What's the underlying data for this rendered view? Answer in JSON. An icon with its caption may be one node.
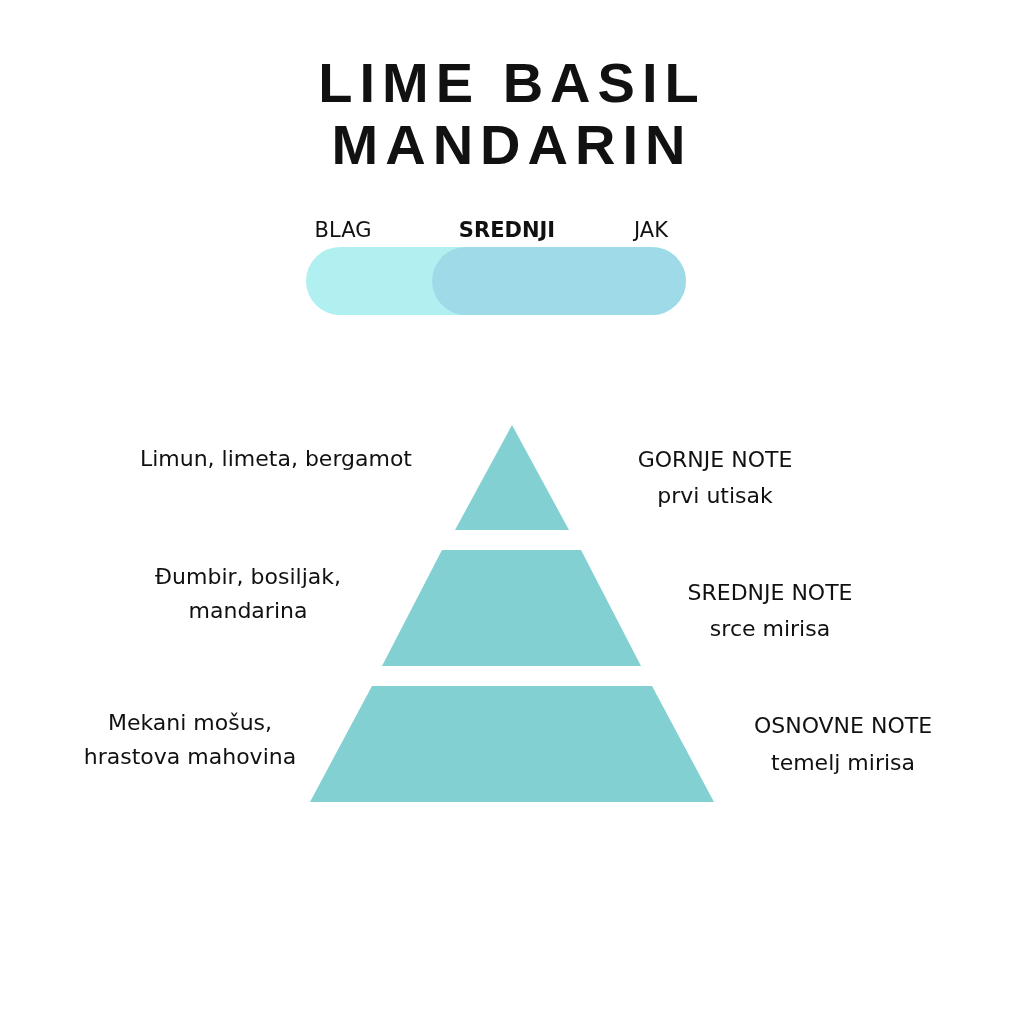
{
  "diagram": {
    "title": "LIME BASIL MANDARIN",
    "nodes": [
      {
        "text": [],
        "shape": "triangle",
        "beside": [
          "Limun, limeta, bergamot",
          "GORNJE NOTE",
          "prvi utisak"
        ]
      },
      {
        "text": [],
        "shape": "trapezoid",
        "beside": [
          "Đumbir, bosiljak, mandarina",
          "SREDNJE NOTE",
          "srce mirisa"
        ]
      },
      {
        "text": [],
        "shape": "trapezoid",
        "beside": [
          "Mekani mošus, hrastova mahovina",
          "OSNOVNE NOTE",
          "temelj mirisa"
        ]
      }
    ],
    "edges": [],
    "labels": [
      "BLAG",
      "SREDNJI",
      "JAK"
    ]
  }
}
